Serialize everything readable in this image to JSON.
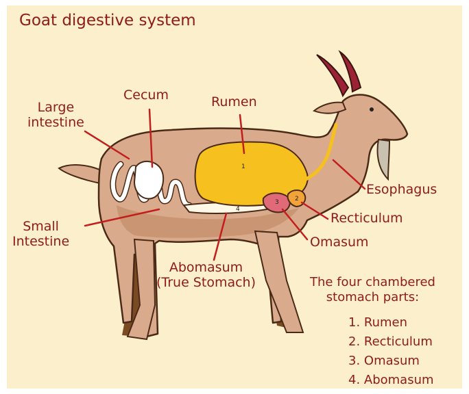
{
  "title": "Goat digestive system",
  "labels": {
    "large_intestine": [
      "Large",
      "intestine"
    ],
    "cecum": "Cecum",
    "rumen": "Rumen",
    "esophagus": "Esophagus",
    "recticulum": "Recticulum",
    "omasum": "Omasum",
    "small_intestine": [
      "Small",
      "Intestine"
    ],
    "abomasum": [
      "Abomasum",
      "(True Stomach)"
    ]
  },
  "chamber_numbers": [
    "1",
    "2",
    "3",
    "4"
  ],
  "legend": {
    "title": [
      "The four chambered",
      "stomach parts:"
    ],
    "items": [
      "1. Rumen",
      "2. Recticulum",
      "3. Omasum",
      "4. Abomasum"
    ]
  },
  "colors": {
    "background": "#fbefcc",
    "label_text": "#8e1b1b",
    "rumen": "#f6c01e",
    "recticulum": "#f2a33a",
    "omasum": "#e06a78",
    "abomasum": "#fff8e6",
    "intestine": "#ffffff",
    "goat_body": "#d9ab8c",
    "pointer_lines": "#c21e1e"
  }
}
